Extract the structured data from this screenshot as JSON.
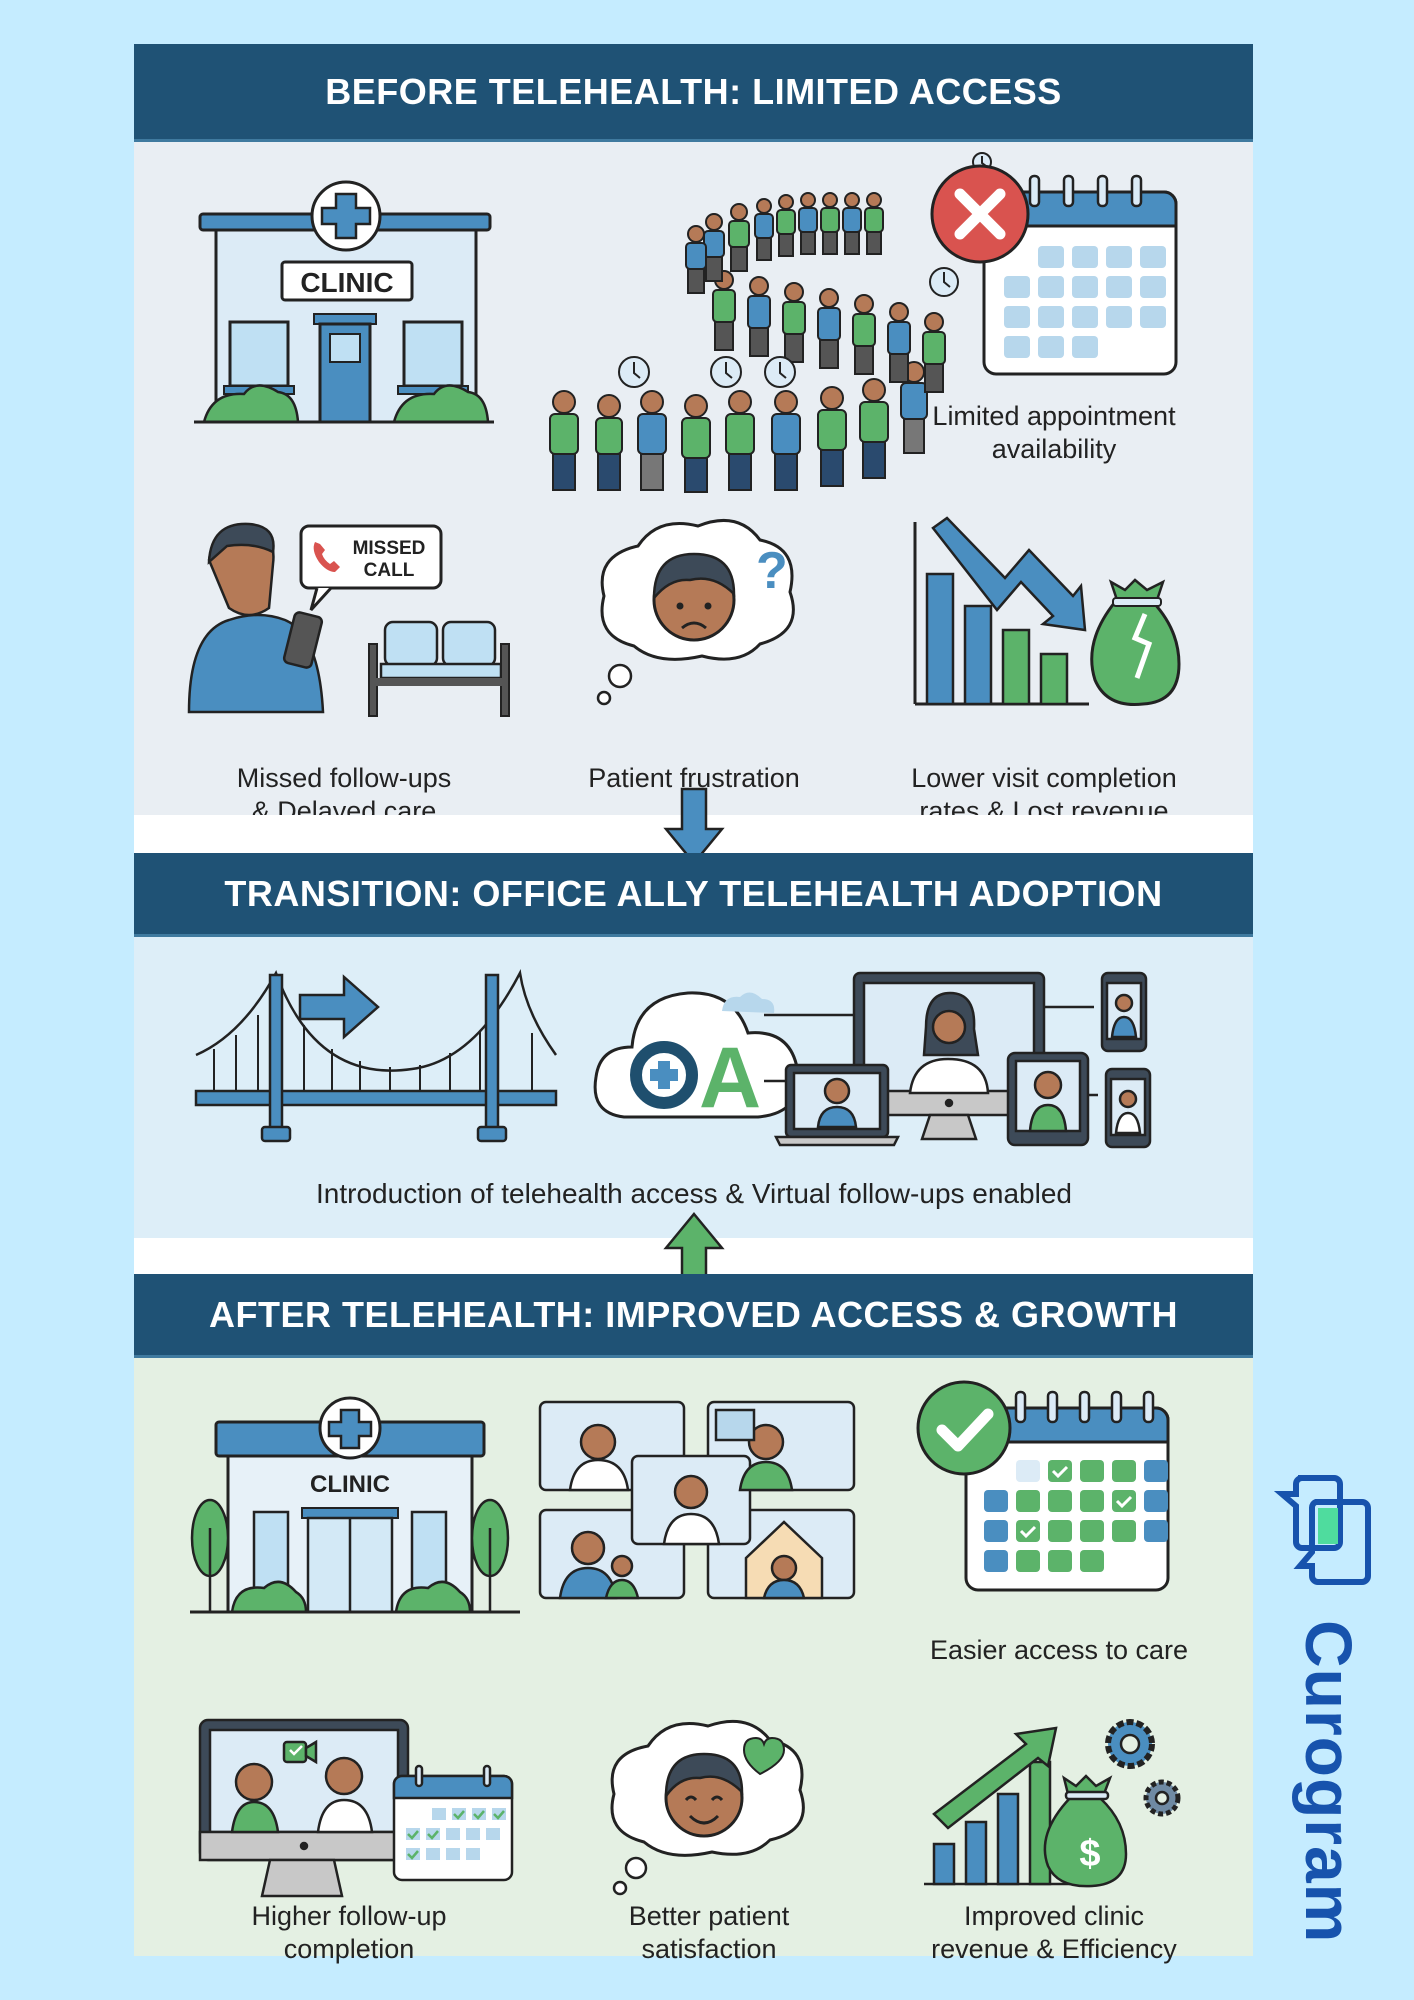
{
  "before": {
    "title": "BEFORE TELEHEALTH: LIMITED ACCESS",
    "clinic_sign": "CLINIC",
    "missed_call_bubble": [
      "MISSED",
      "CALL"
    ],
    "captions": {
      "appointment": [
        "Limited appointment",
        "availability"
      ],
      "followups": [
        "Missed follow-ups",
        "& Delayed care"
      ],
      "frustration": [
        "Patient frustration"
      ],
      "revenue": [
        "Lower visit completion",
        "rates & Lost revenue"
      ]
    }
  },
  "transition": {
    "title": "TRANSITION: OFFICE ALLY TELEHEALTH ADOPTION",
    "logo_letter": "A",
    "caption": "Introduction of telehealth access & Virtual follow-ups enabled"
  },
  "after": {
    "title": "AFTER TELEHEALTH: IMPROVED ACCESS & GROWTH",
    "clinic_sign": "CLINIC",
    "captions": {
      "access": [
        "Easier access to care"
      ],
      "followup": [
        "Higher follow-up",
        "completion"
      ],
      "satisfaction": [
        "Better patient",
        "satisfaction"
      ],
      "revenue": [
        "Improved clinic",
        "revenue & Efficiency"
      ]
    },
    "money_symbol": "$"
  },
  "brand": {
    "name": "Curogram"
  },
  "colors": {
    "page_bg": "#c5ecff",
    "header_bg": "#1f5275",
    "before_bg": "#e9eef3",
    "transition_bg": "#ddeef8",
    "after_bg": "#e4f0e3",
    "blue": "#4a8ec0",
    "green": "#5cb36a",
    "red": "#d9534f",
    "brand_blue": "#1753ad",
    "brand_green": "#4fdc9e"
  }
}
